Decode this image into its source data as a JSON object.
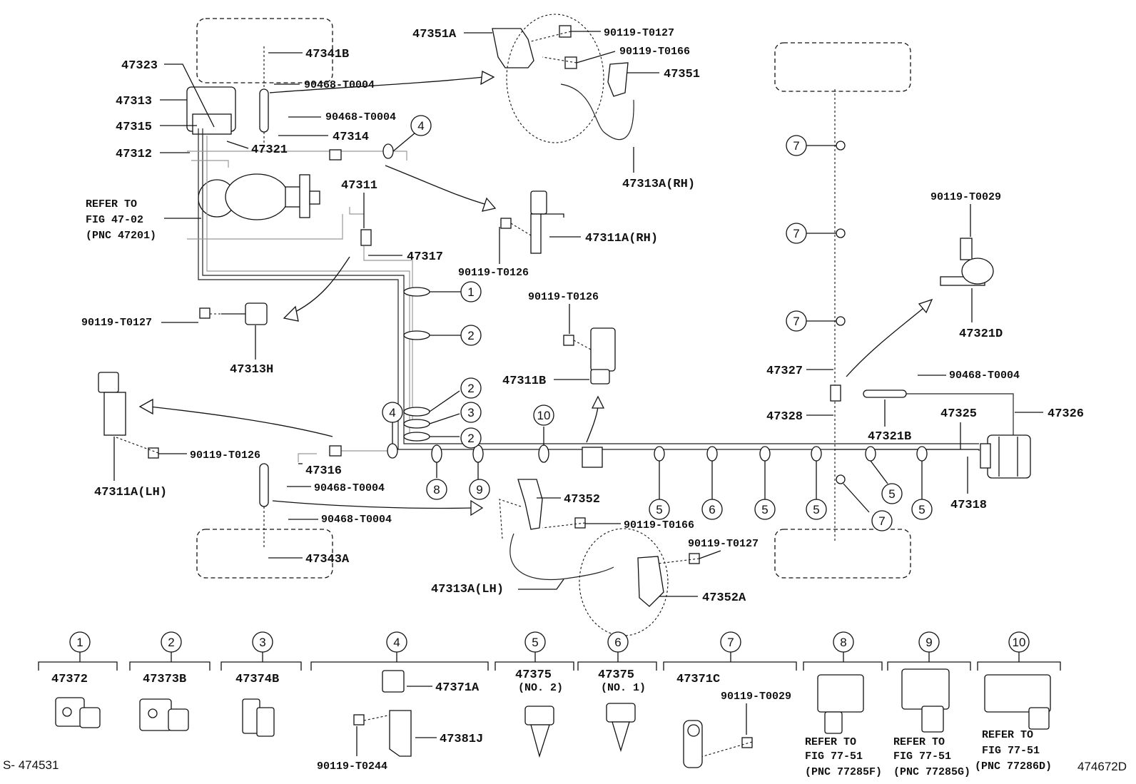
{
  "parts": {
    "p47351A": "47351A",
    "p90119_T0127_a": "90119-T0127",
    "p90119_T0166_a": "90119-T0166",
    "p47351": "47351",
    "p47341B": "47341B",
    "p47323": "47323",
    "p90468_T0004_a": "90468-T0004",
    "p47313": "47313",
    "p90468_T0004_b": "90468-T0004",
    "p47315": "47315",
    "p47314": "47314",
    "p47312": "47312",
    "p47321": "47321",
    "p47313A_RH": "47313A(RH)",
    "p47311": "47311",
    "p47311A_RH": "47311A(RH)",
    "p90119_T0126_a": "90119-T0126",
    "p47317": "47317",
    "p90119_T0127_b": "90119-T0127",
    "p47313H": "47313H",
    "p90119_T0126_b": "90119-T0126",
    "p47311B": "47311B",
    "p90119_T0029_a": "90119-T0029",
    "p47321D": "47321D",
    "p47327": "47327",
    "p90468_T0004_c": "90468-T0004",
    "p47328": "47328",
    "p47321B": "47321B",
    "p47325": "47325",
    "p47326": "47326",
    "p47318": "47318",
    "p90119_T0126_c": "90119-T0126",
    "p47311A_LH": "47311A(LH)",
    "p47316": "47316",
    "p90468_T0004_d": "90468-T0004",
    "p90468_T0004_e": "90468-T0004",
    "p47352": "47352",
    "p90119_T0166_b": "90119-T0166",
    "p90119_T0127_c": "90119-T0127",
    "p47343A": "47343A",
    "p47313A_LH": "47313A(LH)",
    "p47352A": "47352A"
  },
  "refer_main": [
    "REFER TO",
    "FIG 47-02",
    "(PNC 47201)"
  ],
  "callout_numbers": [
    "1",
    "2",
    "3",
    "4",
    "5",
    "6",
    "7",
    "8",
    "9",
    "10"
  ],
  "legend": [
    {
      "num": "1",
      "parts": [
        "47372"
      ]
    },
    {
      "num": "2",
      "parts": [
        "47373B"
      ]
    },
    {
      "num": "3",
      "parts": [
        "47374B"
      ]
    },
    {
      "num": "4",
      "parts": [
        "47371A",
        "47381J",
        "90119-T0244"
      ]
    },
    {
      "num": "5",
      "parts": [
        "47375",
        "(NO. 2)"
      ]
    },
    {
      "num": "6",
      "parts": [
        "47375",
        "(NO. 1)"
      ]
    },
    {
      "num": "7",
      "parts": [
        "47371C",
        "90119-T0029"
      ]
    },
    {
      "num": "8",
      "parts": [
        "REFER TO",
        "FIG 77-51",
        "(PNC 77285F)"
      ]
    },
    {
      "num": "9",
      "parts": [
        "REFER TO",
        "FIG 77-51",
        "(PNC 77285G)"
      ]
    },
    {
      "num": "10",
      "parts": [
        "REFER TO",
        "FIG 77-51",
        "(PNC 77286D)"
      ]
    }
  ],
  "footer": {
    "left": "S- 474531",
    "right": "474672D"
  }
}
